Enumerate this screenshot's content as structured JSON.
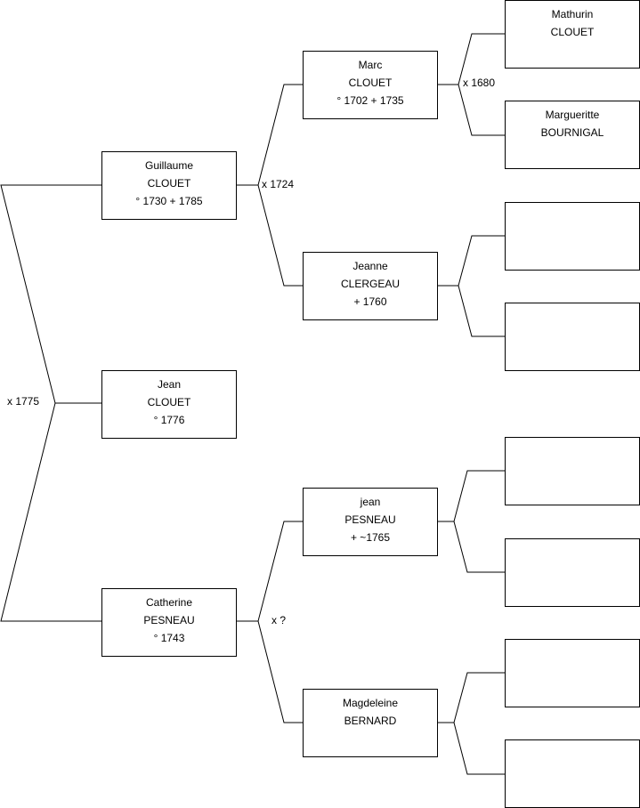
{
  "persons": {
    "root": {
      "first_name": "Jean",
      "last_name": "CLOUET",
      "dates": "° 1776"
    },
    "father": {
      "first_name": "Guillaume",
      "last_name": "CLOUET",
      "dates": "° 1730 + 1785"
    },
    "mother": {
      "first_name": "Catherine",
      "last_name": "PESNEAU",
      "dates": "° 1743"
    },
    "paternal_grandfather": {
      "first_name": "Marc",
      "last_name": "CLOUET",
      "dates": "° 1702 + 1735"
    },
    "paternal_grandmother": {
      "first_name": "Jeanne",
      "last_name": "CLERGEAU",
      "dates": "+ 1760"
    },
    "maternal_grandfather": {
      "first_name": "jean",
      "last_name": "PESNEAU",
      "dates": "+ ~1765"
    },
    "maternal_grandmother": {
      "first_name": "Magdeleine",
      "last_name": "BERNARD",
      "dates": ""
    },
    "ggf_pp": {
      "first_name": "Mathurin",
      "last_name": "CLOUET",
      "dates": ""
    },
    "ggm_pp": {
      "first_name": "Margueritte",
      "last_name": "BOURNIGAL",
      "dates": ""
    },
    "ggf_pm": {
      "first_name": "",
      "last_name": "",
      "dates": ""
    },
    "ggm_pm": {
      "first_name": "",
      "last_name": "",
      "dates": ""
    },
    "ggf_mp": {
      "first_name": "",
      "last_name": "",
      "dates": ""
    },
    "ggm_mp": {
      "first_name": "",
      "last_name": "",
      "dates": ""
    },
    "ggf_mm": {
      "first_name": "",
      "last_name": "",
      "dates": ""
    },
    "ggm_mm": {
      "first_name": "",
      "last_name": "",
      "dates": ""
    }
  },
  "marriages": {
    "parents": "x 1775",
    "paternal_grandparents": "x 1724",
    "maternal_grandparents": "x ?",
    "paternal_great_grandparents": "x 1680"
  }
}
